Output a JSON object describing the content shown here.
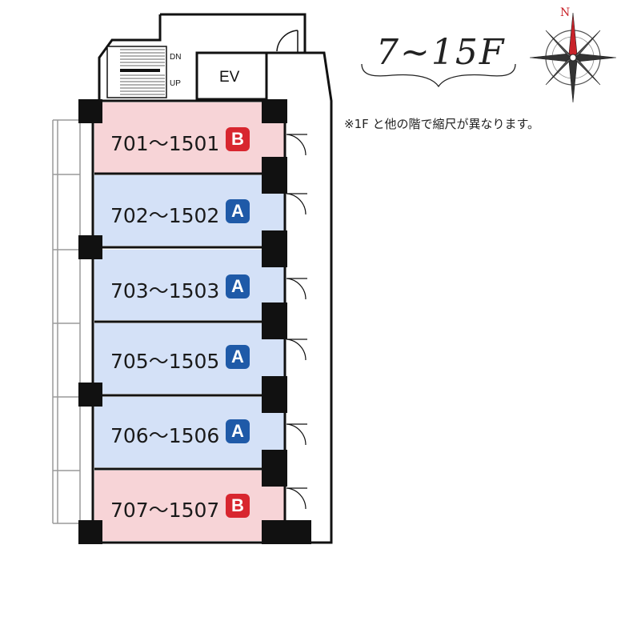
{
  "floor_title": "7~15F",
  "note": "※1F と他の階で縮尺が異なります。",
  "stairs": {
    "down_label": "DN",
    "up_label": "UP"
  },
  "elevator": {
    "label": "EV"
  },
  "compass": {
    "north_label": "N"
  },
  "colors": {
    "type_a_room": "#d4e1f7",
    "type_b_room": "#f7d4d7",
    "type_a_badge": "#1f5aa8",
    "type_b_badge": "#d8262f"
  },
  "units": [
    {
      "label": "701〜1501",
      "type": "B"
    },
    {
      "label": "702〜1502",
      "type": "A"
    },
    {
      "label": "703〜1503",
      "type": "A"
    },
    {
      "label": "705〜1505",
      "type": "A"
    },
    {
      "label": "706〜1506",
      "type": "A"
    },
    {
      "label": "707〜1507",
      "type": "B"
    }
  ]
}
